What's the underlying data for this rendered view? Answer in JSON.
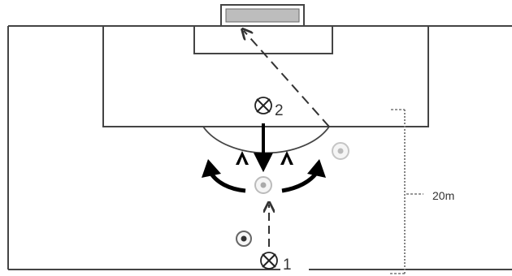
{
  "diagram": {
    "players": [
      {
        "id": "player-1",
        "label": "1"
      },
      {
        "id": "player-2",
        "label": "2"
      }
    ],
    "distance_label": "20m",
    "colors": {
      "line": "#3a3a3a",
      "goal_fill": "#bdbdbd",
      "cone": "#000000",
      "ball": "#666666",
      "player_label": "#2f3f8f"
    }
  }
}
